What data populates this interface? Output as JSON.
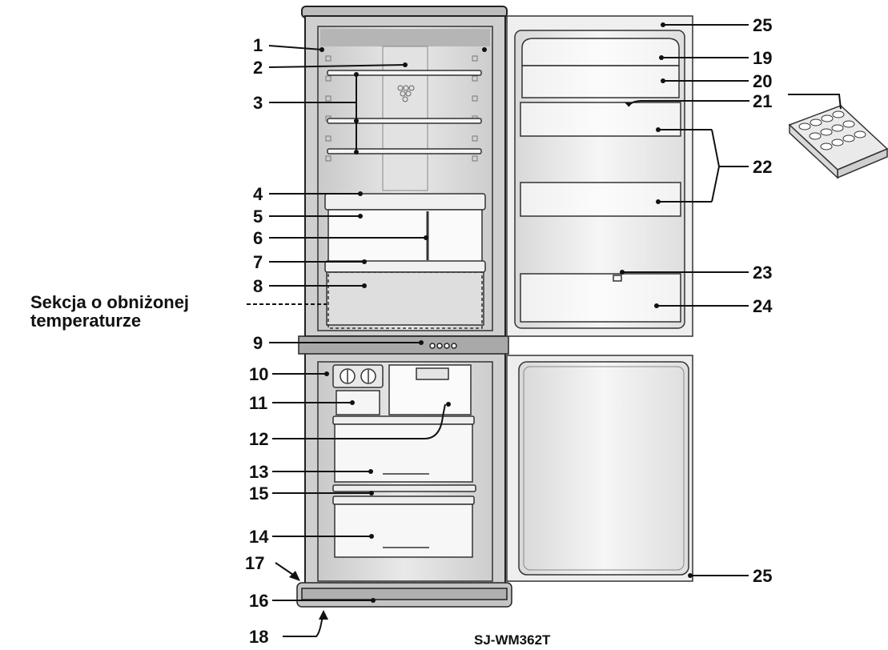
{
  "diagram": {
    "labels_left": [
      "1",
      "2",
      "3",
      "4",
      "5",
      "6",
      "7",
      "8",
      "9",
      "10",
      "11",
      "12",
      "13",
      "15",
      "14",
      "17",
      "16",
      "18"
    ],
    "labels_right": [
      "25",
      "19",
      "20",
      "21",
      "22",
      "23",
      "24",
      "25"
    ],
    "section_label_line1": "Sekcja o obniżonej",
    "section_label_line2": "temperaturze",
    "model": "SJ-WM362T",
    "icons": [
      "egg-tray-icon"
    ],
    "colors": {
      "line": "#111111",
      "cabinet": "#cfcfcf",
      "interior": "#f2f2f2",
      "door": "#ececec"
    }
  }
}
